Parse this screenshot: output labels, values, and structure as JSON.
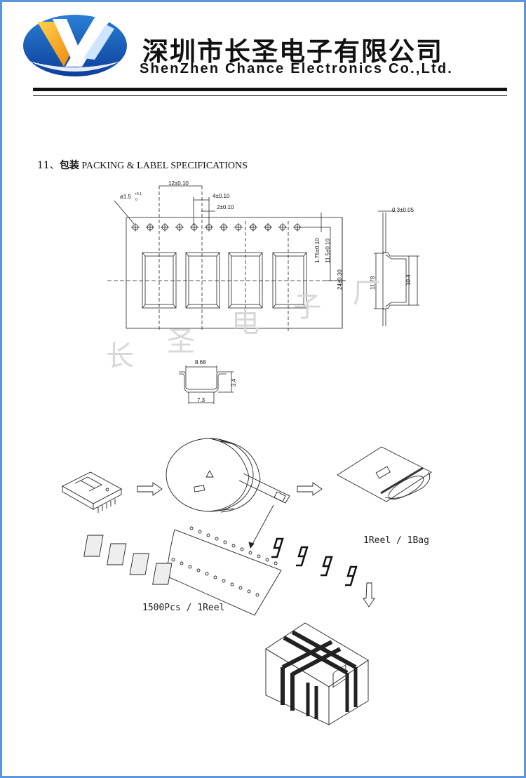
{
  "company": {
    "name_cn": "深圳市长圣电子有限公司",
    "name_en": "ShenZhen Chance Electronics Co.,Ltd."
  },
  "section": {
    "number": "11、",
    "title_cn": "包装",
    "title_en": "PACKING & LABEL SPECIFICATIONS"
  },
  "tape_drawing": {
    "dims": {
      "hole_diameter": "ø1.5",
      "hole_tol_plus": "+0.1",
      "hole_tol_minus": "0",
      "pitch": "12±0.10",
      "hole_pitch": "4±0.10",
      "hole_to_pocket": "2±0.10",
      "edge_to_hole": "1.75±0.10",
      "hole_to_center": "11.5±0.10",
      "tape_width": "24±0.30",
      "thickness": "0.3±0.05",
      "pocket_outer": "11.78",
      "pocket_inner": "10.4",
      "pocket_width": "8.68",
      "pocket_bottom": "7.3",
      "pocket_depth": "3.4"
    },
    "watermark": [
      "长",
      "圣",
      "电",
      "子",
      "厂"
    ]
  },
  "packing_flow": {
    "reel_caption": "1500Pcs / 1Reel",
    "bag_caption": "1Reel / 1Bag"
  }
}
